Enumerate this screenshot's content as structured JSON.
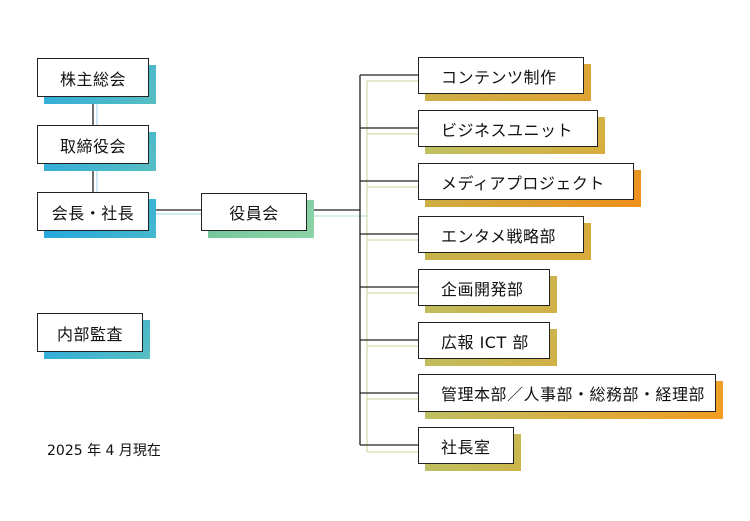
{
  "left_nodes": {
    "shareholders": "株主総会",
    "board": "取締役会",
    "president": "会長・社長",
    "audit": "内部監査"
  },
  "officers": "役員会",
  "departments": [
    "コンテンツ制作",
    "ビジネスユニット",
    "メディアプロジェクト",
    "エンタメ戦略部",
    "企画開発部",
    "広報 ICT 部",
    "管理本部／人事部・総務部・経理部",
    "社長室"
  ],
  "date_note": "2025 年 4 月現在",
  "colors": {
    "cyan": "#29a8df",
    "teal": "#58bfc2",
    "green": "#7dcd9a",
    "gold": "#d8ad3c",
    "olive": "#b9c46a",
    "orange": "#f39c1f"
  }
}
